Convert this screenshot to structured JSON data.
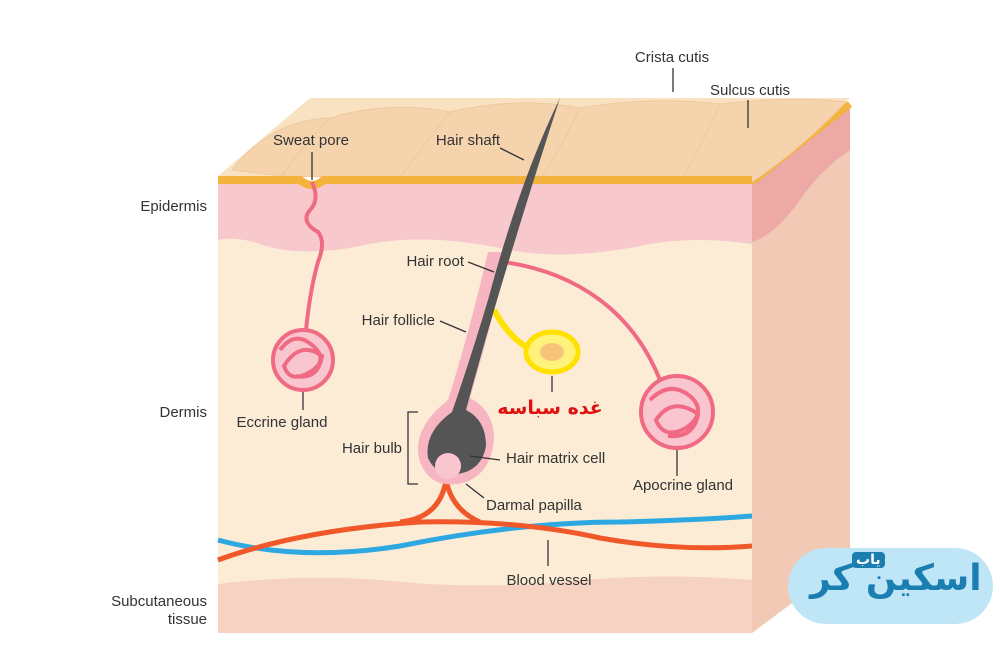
{
  "labels": {
    "crista_cutis": "Crista cutis",
    "sulcus_cutis": "Sulcus cutis",
    "sweat_pore": "Sweat pore",
    "hair_shaft": "Hair shaft",
    "epidermis": "Epidermis",
    "hair_root": "Hair root",
    "hair_follicle": "Hair follicle",
    "dermis": "Dermis",
    "eccrine_gland": "Eccrine gland",
    "sebaceous_gland_fa": "غده سباسه",
    "hair_bulb": "Hair bulb",
    "hair_matrix_cell": "Hair matrix cell",
    "apocrine_gland": "Apocrine gland",
    "darmal_papilla": "Darmal papilla",
    "blood_vessel": "Blood vessel",
    "subcutaneous_line1": "Subcutaneous",
    "subcutaneous_line2": "tissue"
  },
  "watermark": {
    "text": "اسکین کر",
    "badge": "یاب"
  },
  "colors": {
    "skin_surface": "#f9e2c2",
    "stratum_line": "#f3b33d",
    "epidermis": "#f7c9cc",
    "dermis": "#fcecd6",
    "subcutaneous": "#f6d2c3",
    "hair": "#555555",
    "gland": "#f06a84",
    "sebaceous": "#ffe100",
    "artery": "#f0582a",
    "vein": "#2ea8e0"
  }
}
